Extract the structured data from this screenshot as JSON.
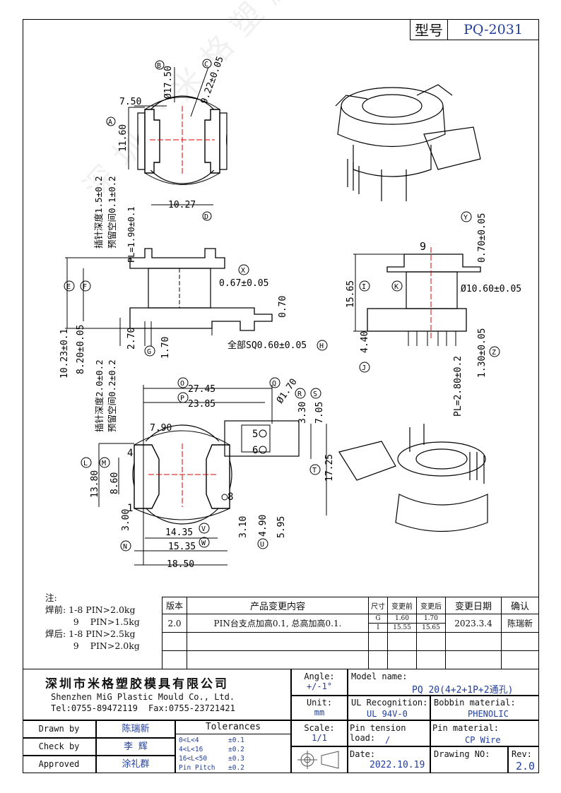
{
  "model": {
    "label": "型号",
    "value": "PQ-2031"
  },
  "watermark": "深圳市米格塑胶模具有限公司",
  "dims": {
    "top_view": {
      "B": "B",
      "C": "C",
      "A": "A",
      "D": "D",
      "dia": "Ø17.50",
      "r": "9.22±0.05",
      "w": "7.50",
      "h": "11.60",
      "bottom": "10.27"
    },
    "side_view": {
      "pl": "PL=1.90±0.1",
      "depth1": "插针深度1.5±0.2",
      "gap1": "预留空间0.1±0.2",
      "x": "0.67±0.05",
      "h1": "10.23±0.1",
      "h2": "8.20±0.05",
      "d1": "2.70",
      "d2": "1.70",
      "d3": "0.70",
      "sq": "全部SQ0.60±0.05",
      "depth2": "插针深度2.0±0.2",
      "gap2": "预留空间0.2±0.2",
      "E": "E",
      "F": "F",
      "G": "G",
      "H": "H",
      "X": "X"
    },
    "front_view": {
      "n9": "9",
      "h": "15.65",
      "dia": "Ø10.60±0.05",
      "t1": "0.70±0.05",
      "t2": "4.40",
      "t3": "1.30±0.05",
      "pl": "PL=2.80±0.2",
      "I": "I",
      "J": "J",
      "K": "K",
      "Y": "Y",
      "Z": "Z"
    },
    "bottom_view": {
      "w1": "27.45",
      "w2": "23.85",
      "w3": "7.90",
      "d": "Ø1.70",
      "v1": "3.30",
      "v2": "7.05",
      "h1": "13.80",
      "h2": "8.60",
      "h3": "3.00",
      "h4": "3.10",
      "h5": "4.90",
      "h6": "5.95",
      "h7": "17.25",
      "b1": "14.35",
      "b2": "15.35",
      "b3": "18.50",
      "p4": "4",
      "p5": "5",
      "p6": "6",
      "p8": "8",
      "p1": "1",
      "O": "O",
      "P": "P",
      "Q": "Q",
      "R": "R",
      "S": "S",
      "L": "L",
      "M": "M",
      "N": "N",
      "T": "T",
      "U": "U",
      "V": "V",
      "W": "W"
    }
  },
  "notes": {
    "title": "注:",
    "lines": [
      "焊前: 1-8 PIN>2.0kg",
      "          9    PIN>1.5kg",
      "焊后: 1-8 PIN>2.5kg",
      "          9    PIN>2.0kg"
    ]
  },
  "revision": {
    "headers": [
      "版本",
      "产品变更内容",
      "尺寸",
      "变更前",
      "变更后",
      "变更日期",
      "确认"
    ],
    "rows": [
      {
        "ver": "2.0",
        "content": "PIN台支点加高0.1, 总高加高0.1.",
        "dims": [
          "G",
          "I"
        ],
        "before": [
          "1.60",
          "15.55"
        ],
        "after": [
          "1.70",
          "15.65"
        ],
        "date": "2023.3.4",
        "confirm": "陈瑞新"
      }
    ]
  },
  "company": {
    "cn": "深圳市米格塑胶模具有限公司",
    "en": "Shenzhen MiG Plastic Mould Co., Ltd.",
    "tel": "Tel:0755-89472119",
    "fax": "Fax:0755-23721421"
  },
  "title_block": {
    "angle_label": "Angle:",
    "angle_val": "+/-1°",
    "unit_label": "Unit:",
    "unit_val": "mm",
    "scale_label": "Scale:",
    "scale_val": "1/1",
    "model_label": "Model name:",
    "model_val": "PQ 20(4+2+1P+2通孔)",
    "ul_label": "UL Recognition:",
    "ul_val": "UL 94V-0",
    "bobbin_label": "Bobbin material:",
    "bobbin_val": "PHENOLIC",
    "pin_tension_label": "Pin tension load:",
    "pin_tension_val": "/",
    "pin_mat_label": "Pin material:",
    "pin_mat_val": "CP Wire",
    "date_label": "Date:",
    "date_val": "2022.10.19",
    "drawing_label": "Drawing NO:",
    "rev_label": "Rev:",
    "rev_val": "2.0",
    "drawn_label": "Drawn by",
    "drawn_val": "陈瑞新",
    "check_label": "Check by",
    "check_val": "李 辉",
    "approved_label": "Approved",
    "approved_val": "涂礼群",
    "tol_label": "Tolerances",
    "tol": [
      [
        "0<L<4",
        "±0.1"
      ],
      [
        "4<L<16",
        "±0.2"
      ],
      [
        "16<L<50",
        "±0.3"
      ],
      [
        "Pin Pitch",
        "±0.2"
      ]
    ]
  }
}
